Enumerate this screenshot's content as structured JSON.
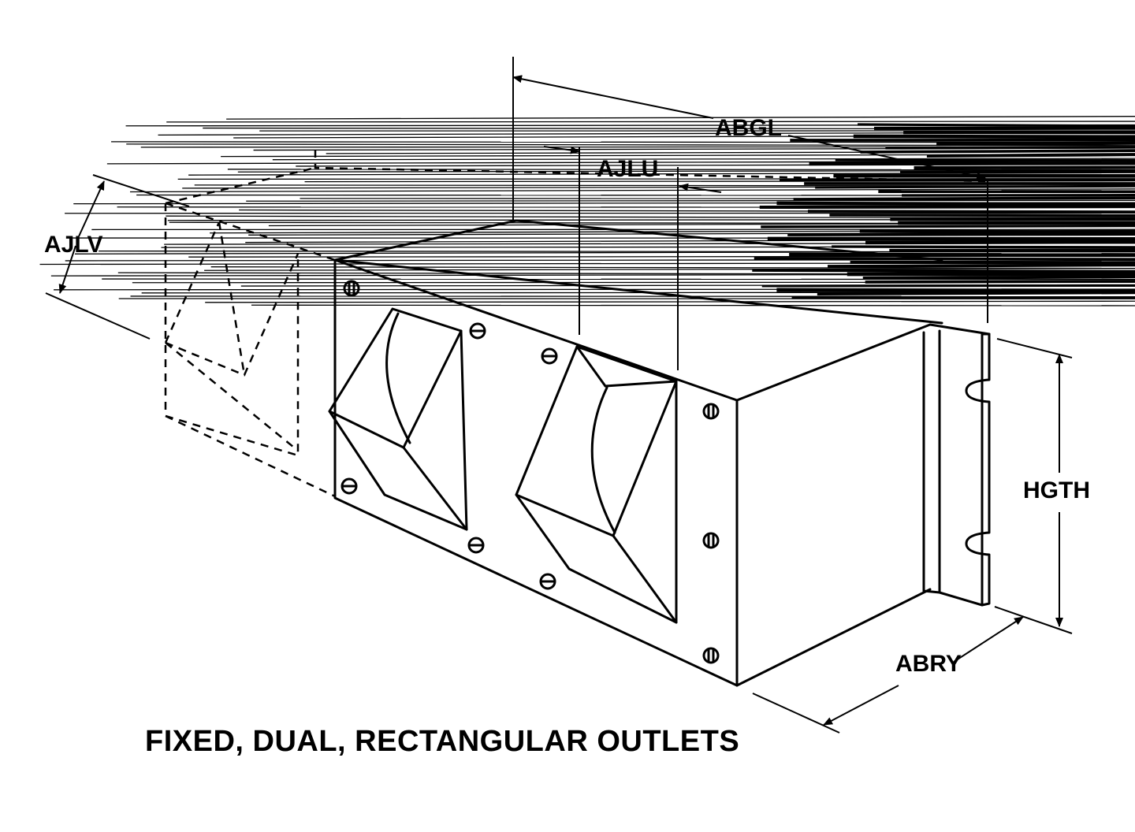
{
  "labels": {
    "abgl": "ABGL",
    "ajlu": "AJLU",
    "ajlv": "AJLV",
    "hgth": "HGTH",
    "abry": "ABRY"
  },
  "caption": "FIXED, DUAL, RECTANGULAR OUTLETS"
}
